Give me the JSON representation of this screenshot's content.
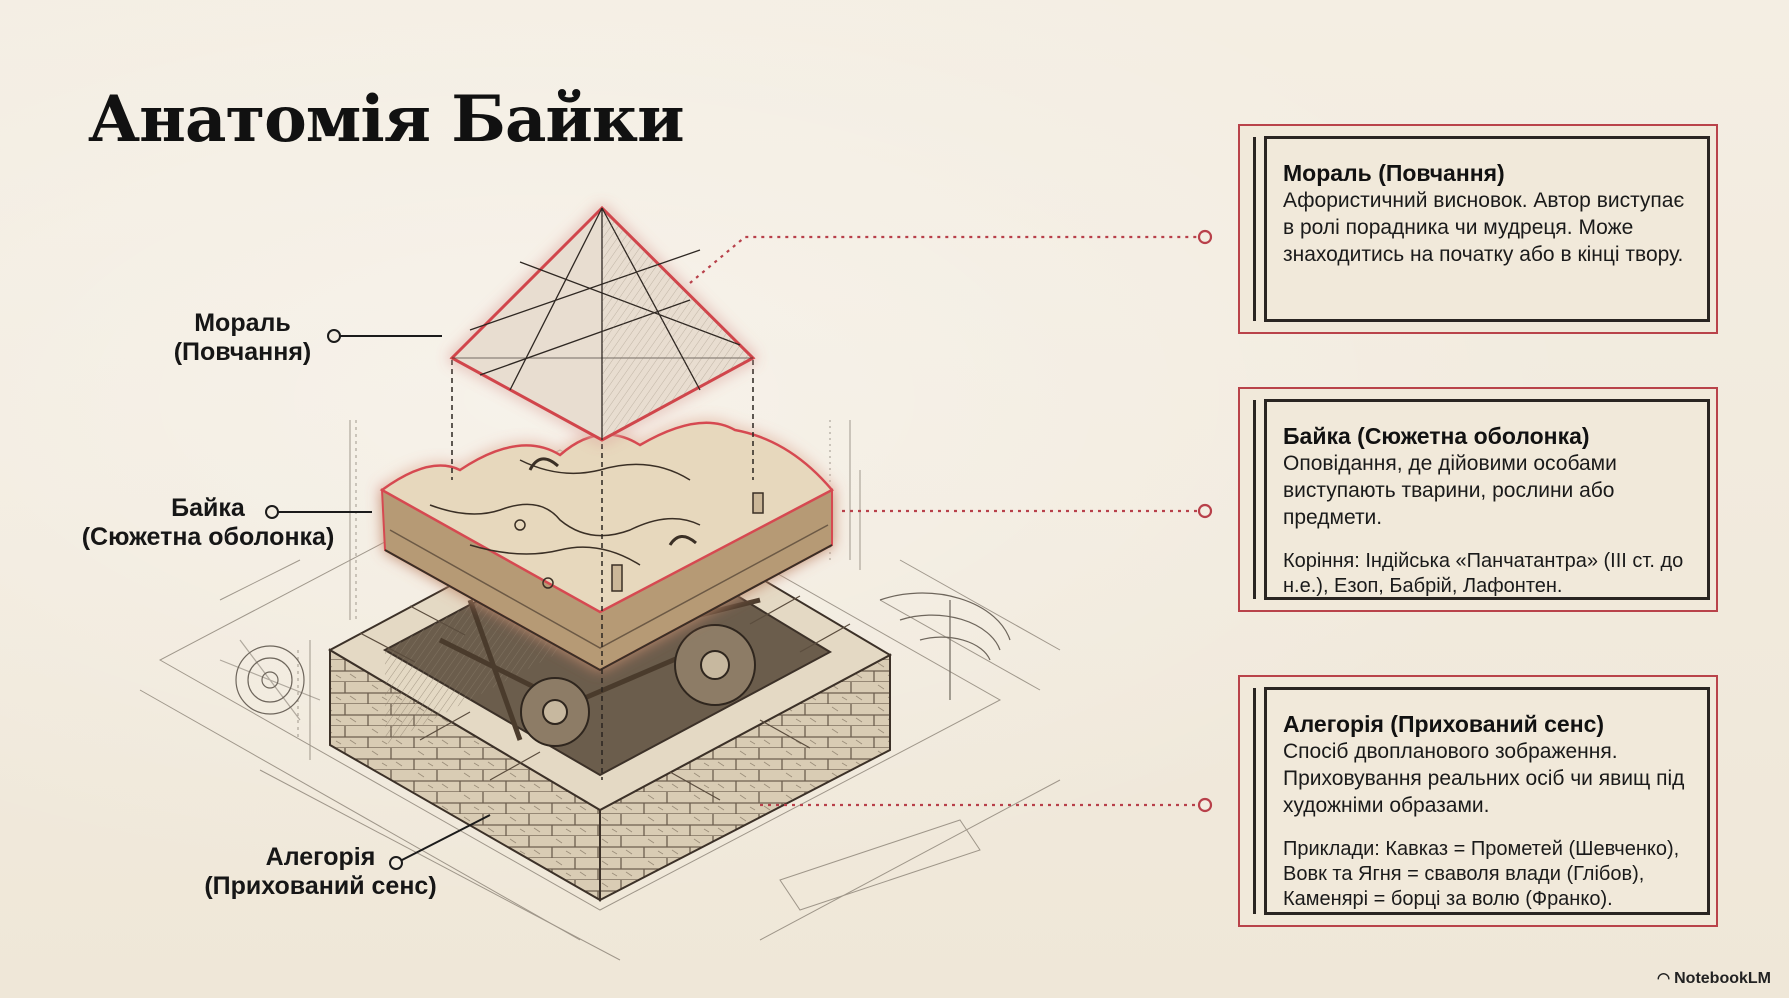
{
  "title": "Анатомія Байки",
  "labels": {
    "moral": [
      "Мораль",
      "(Повчання)"
    ],
    "fable": [
      "Байка",
      "(Сюжетна оболонка)"
    ],
    "allegory": [
      "Алегорія",
      "(Прихований сенс)"
    ]
  },
  "cards": [
    {
      "title": "Мораль (Повчання)",
      "text": "Афористичний висновок. Автор виступає в ролі порадника чи мудреця. Може знаходитись на початку або в кінці твору.",
      "extra": ""
    },
    {
      "title": "Байка (Сюжетна оболонка)",
      "text": "Оповідання, де дійовими особами виступають тварини, рослини або предмети.",
      "extra": "Коріння: Індійська «Панчатантра» (III ст. до н.е.), Езоп, Бабрій, Лафонтен."
    },
    {
      "title": "Алегорія (Прихований сенс)",
      "text": "Спосіб двопланового зображення. Приховування реальних осіб чи явищ під художніми образами.",
      "extra": "Приклади: Кавказ = Прометей (Шевченко), Вовк та Ягня = сваволя влади (Глібов), Каменярі = борці за волю (Франко)."
    }
  ],
  "brand": "NotebookLM",
  "colors": {
    "accent": "#c0393f",
    "ink": "#2a2522",
    "paper": "#f3ede1"
  }
}
